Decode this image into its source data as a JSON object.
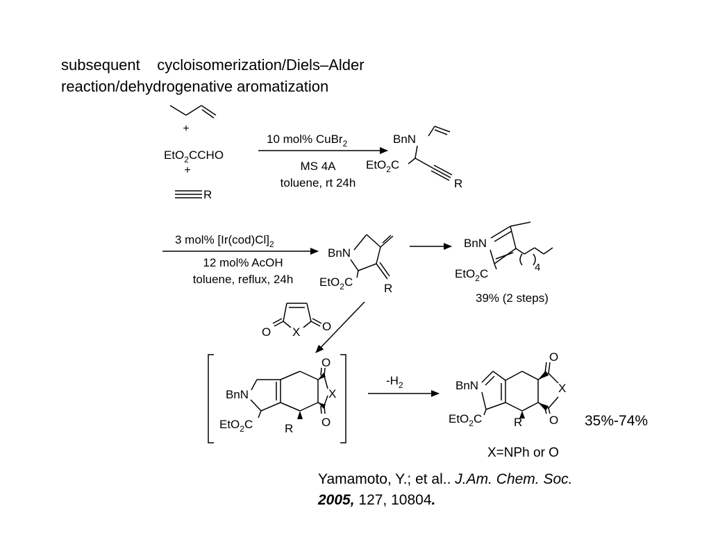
{
  "title": {
    "line1": "subsequent    cycloisomerization/Diels–Alder",
    "line2": "reaction/dehydrogenative aromatization"
  },
  "reagents": {
    "plus": "+",
    "aldehyde": "EtO2CCHO",
    "alkyne_r": "R"
  },
  "step1": {
    "above": "10 mol% CuBr2",
    "below1": "MS 4A",
    "below2": "toluene, rt 24h"
  },
  "product1": {
    "bnn": "BnN",
    "ester": "EtO2C",
    "r": "R"
  },
  "step2": {
    "above": "3 mol% [Ir(cod)Cl]2",
    "below1": "12 mol% AcOH",
    "below2": "toluene, reflux, 24h"
  },
  "diene": {
    "bnn": "BnN",
    "ester": "EtO2C",
    "r": "R"
  },
  "pyrrole": {
    "bnn": "BnN",
    "ester": "EtO2C",
    "subscript": "4",
    "yield": "39% (2 steps)"
  },
  "maleimide": {
    "o1": "O",
    "o2": "O",
    "x": "X"
  },
  "adduct": {
    "bnn": "BnN",
    "ester": "EtO2C",
    "r": "R",
    "o_top": "O",
    "o_bottom": "O",
    "x": "X"
  },
  "step3": {
    "above": "-H2"
  },
  "final_product": {
    "bnn": "BnN",
    "ester": "EtO2C",
    "r": "R",
    "o_top": "O",
    "o_bottom": "O",
    "x": "X",
    "yield": "35%-74%",
    "x_note": "X=NPh or O"
  },
  "citation": {
    "authors": "Yamamoto, Y.; et al.. ",
    "journal": "J.Am. Chem. Soc.",
    "year": "2005,",
    "volume": " 127, 10804",
    "dot": "."
  }
}
